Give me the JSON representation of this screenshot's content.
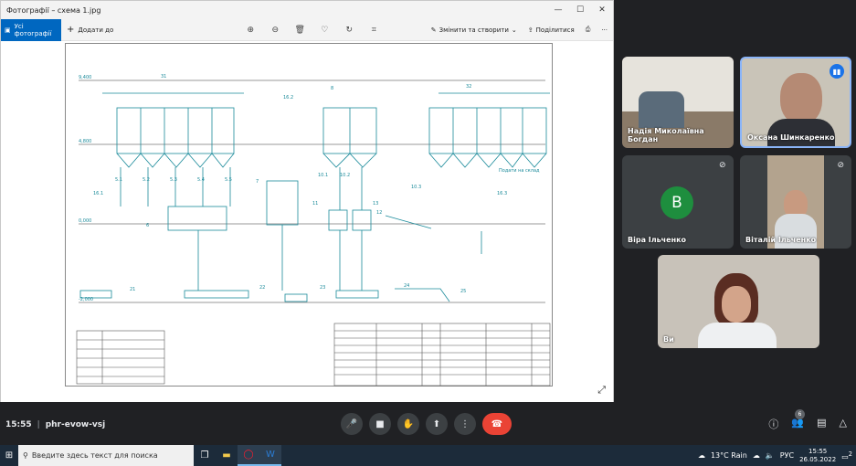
{
  "photos_window": {
    "title": "Фотографії – схема 1.jpg",
    "minimize": "—",
    "maximize": "☐",
    "close": "✕",
    "all_photos": "Усі фотографії",
    "add_to": "Додати до",
    "edit_create": "Змінити та створити",
    "share": "Поділитися",
    "more": "···"
  },
  "drawing": {
    "levels": [
      "9,400",
      "4,800",
      "0,000",
      "-2,000"
    ],
    "labels": [
      "31",
      "32",
      "8",
      "16.1",
      "16.2",
      "16.3",
      "5.1",
      "5.2",
      "5.3",
      "5.4",
      "5.5",
      "10.1",
      "10.2",
      "10.3",
      "11",
      "12",
      "13",
      "21",
      "22",
      "23",
      "24",
      "25",
      "6",
      "7"
    ],
    "notes": [
      "Подати на склад"
    ]
  },
  "participants": [
    {
      "name": "Надія Миколаївна Богдан"
    },
    {
      "name": "Оксана Шинкаренко"
    },
    {
      "name": "Віра Ільченко",
      "initial": "В"
    },
    {
      "name": "Віталій Ільченко"
    },
    {
      "name": "Ви"
    }
  ],
  "meet": {
    "time": "15:55",
    "code": "phr-evow-vsj",
    "people_count": "6"
  },
  "taskbar": {
    "search_placeholder": "Введите здесь текст для поиска",
    "weather": "13°C  Rain",
    "lang": "РУС",
    "time": "15:55",
    "date": "26.05.2022",
    "notif": "2"
  }
}
